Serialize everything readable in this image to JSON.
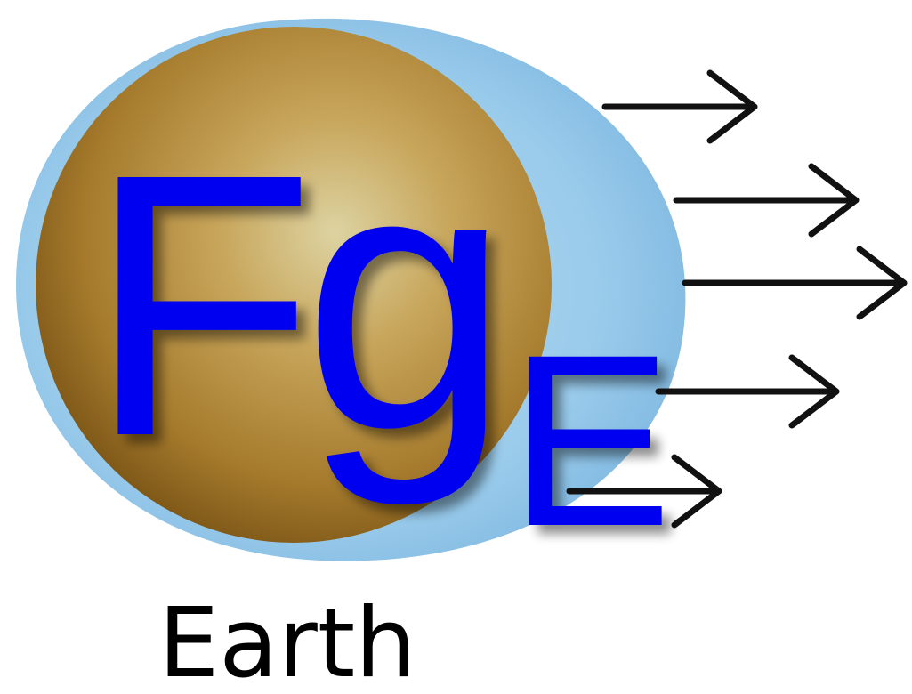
{
  "symbol": {
    "base": "F",
    "base2": "g",
    "subscript": "E"
  },
  "caption": "Earth",
  "colors": {
    "letters": "#0000f0",
    "halo": "#8fc3e8",
    "planet_light": "#d8cf9a",
    "planet_dark": "#7a5416",
    "arrows": "#111111"
  },
  "icons": {
    "planet": "planet-icon",
    "arrow": "arrow-right-icon"
  },
  "arrow_count": 5
}
